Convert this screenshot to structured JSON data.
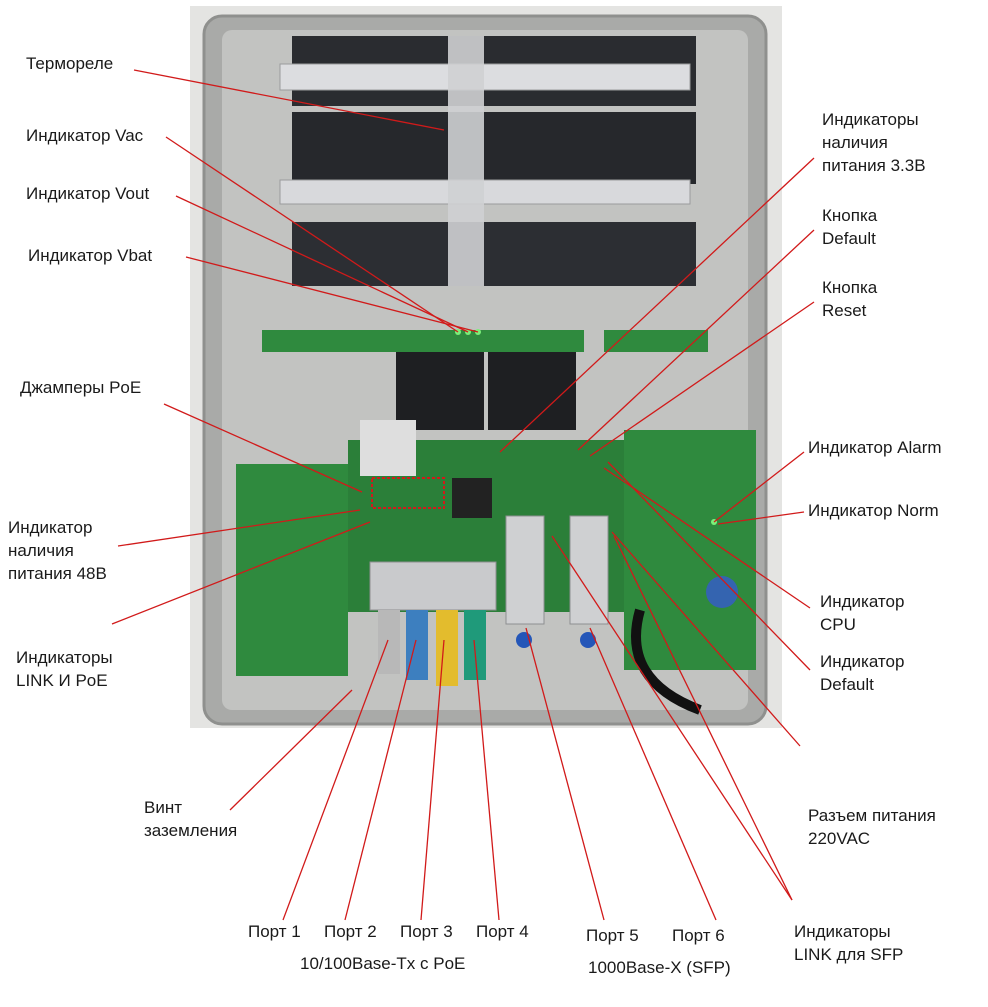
{
  "colors": {
    "leader_line": "#d11a1a",
    "label_text": "#1a1a1a",
    "enclosure": "#a9aaa8",
    "pcb_green": "#2f8a3e",
    "battery": "#2a2c30"
  },
  "photo": {
    "description_icon": "device-photo"
  },
  "labels": {
    "thermorele": "Термореле",
    "ind_vac": "Индикатор Vac",
    "ind_vout": "Индикатор Vout",
    "ind_vbat": "Индикатор Vbat",
    "poe_jumpers": "Джамперы PoE",
    "ind_48v": "Индикатор\nналичия\nпитания 48В",
    "ind_link_poe": "Индикаторы\nLINK И PoE",
    "ground_screw": "Винт\nзаземления",
    "port1": "Порт 1",
    "port2": "Порт 2",
    "port3": "Порт 3",
    "port4": "Порт 4",
    "ports_1_4_type": "10/100Base-Tx с PoE",
    "port5": "Порт 5",
    "port6": "Порт 6",
    "ports_5_6_type": "1000Base-X (SFP)",
    "ind_33v": "Индикаторы\nналичия\nпитания 3.3В",
    "btn_default": "Кнопка\nDefault",
    "btn_reset": "Кнопка\nReset",
    "ind_alarm": "Индикатор Alarm",
    "ind_norm": "Индикатор Norm",
    "ind_cpu": "Индикатор\nCPU",
    "ind_default": "Индикатор\nDefault",
    "power_conn": "Разъем питания\n220VAC",
    "ind_link_sfp": "Индикаторы\nLINK для SFP"
  }
}
